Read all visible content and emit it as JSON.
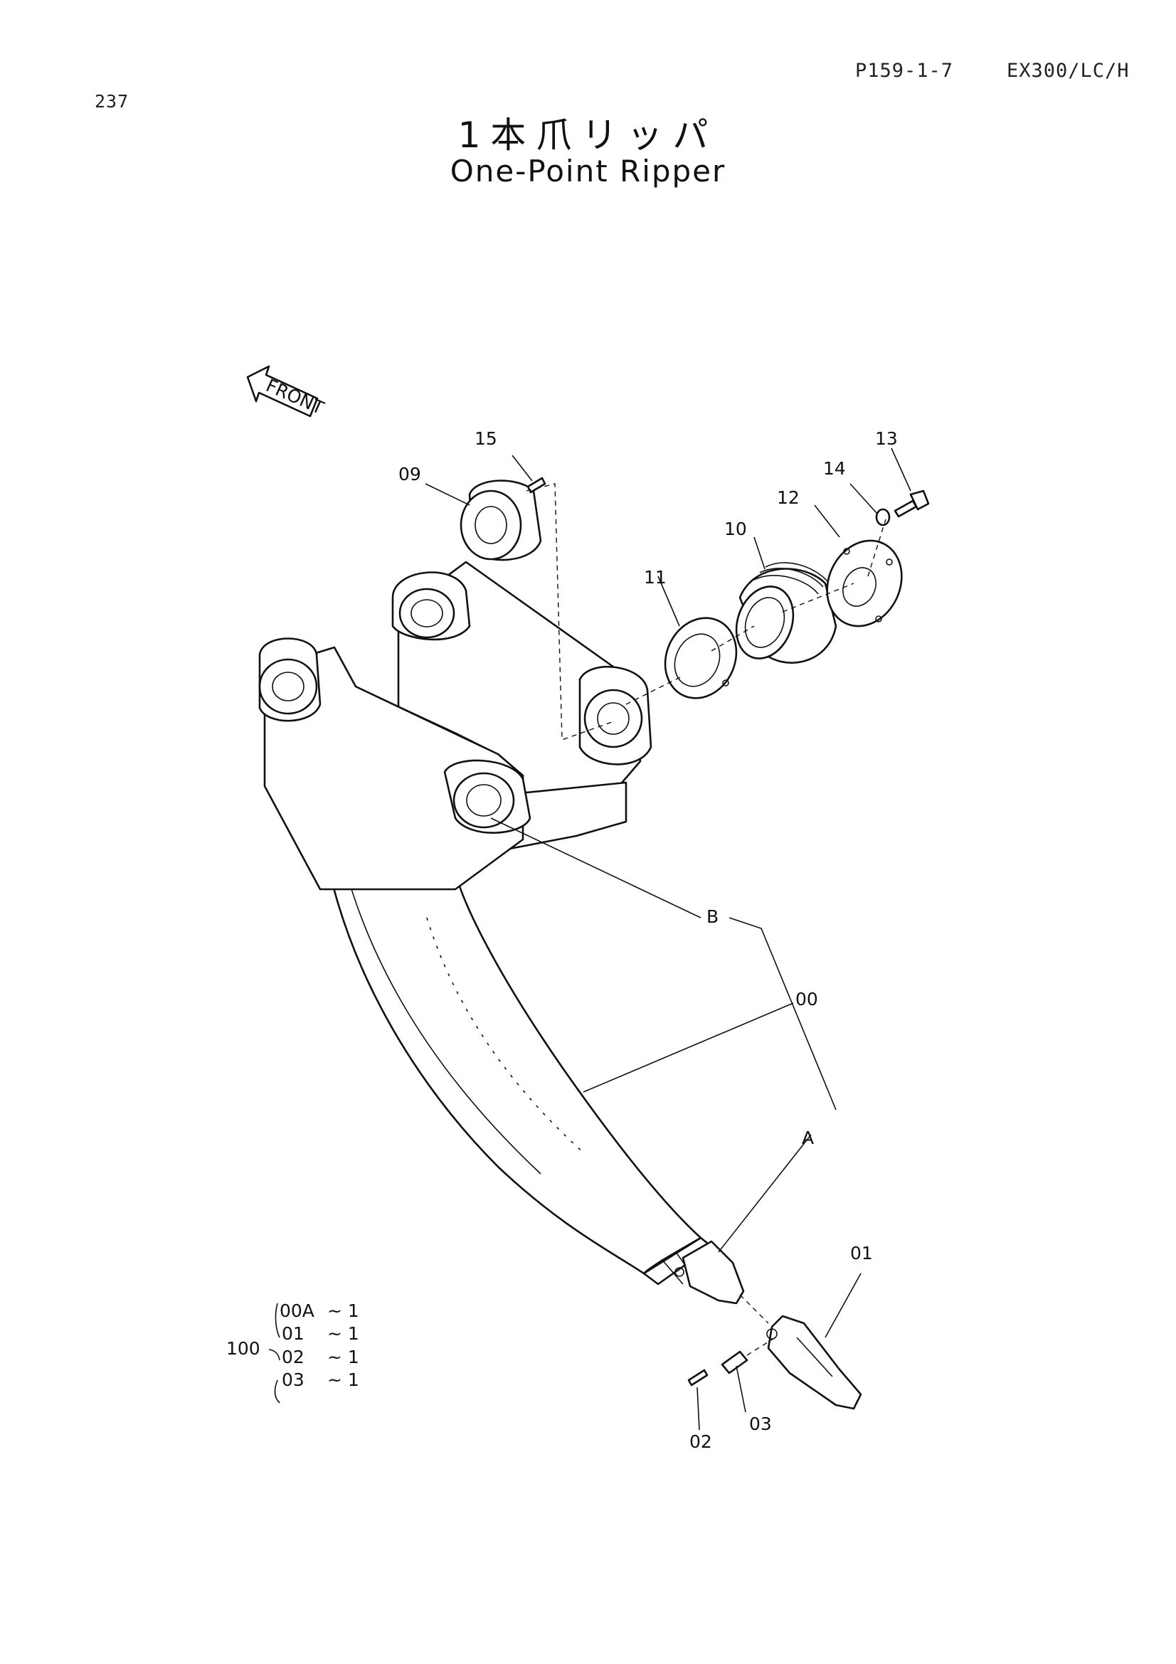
{
  "header": {
    "page_number": "237",
    "page_code": "P159-1-7",
    "model": "EX300/LC/H"
  },
  "title": {
    "japanese": "1本爪リッパ",
    "english": "One-Point Ripper"
  },
  "direction_label": "FRONT",
  "callouts": {
    "c00": "00",
    "c01": "01",
    "c02": "02",
    "c03": "03",
    "c09": "09",
    "c10": "10",
    "c11": "11",
    "c12": "12",
    "c13": "13",
    "c14": "14",
    "c15": "15",
    "cA": "A",
    "cB": "B"
  },
  "kit": {
    "number": "100",
    "rows": [
      {
        "part": "00A",
        "qty": "~ 1"
      },
      {
        "part": "01",
        "qty": "~ 1"
      },
      {
        "part": "02",
        "qty": "~ 1"
      },
      {
        "part": "03",
        "qty": "~ 1"
      }
    ]
  },
  "colors": {
    "line": "#111111",
    "paper": "#ffffff"
  }
}
